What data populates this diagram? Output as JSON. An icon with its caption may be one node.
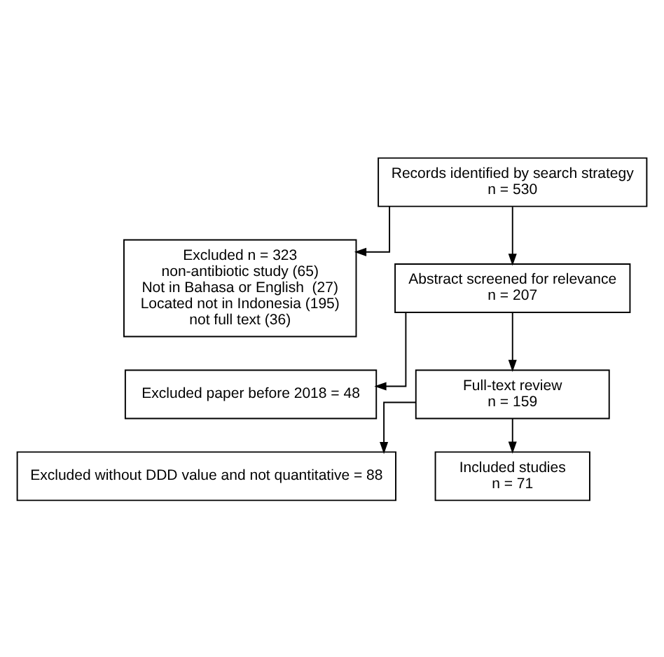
{
  "diagram": {
    "nodes": [
      {
        "text": [
          "Records identified by search strategy",
          "n = 530"
        ]
      },
      {
        "text": [
          "Excluded n = 323",
          "non-antibiotic study (65)",
          "Not in Bahasa or English  (27)",
          "Located not in Indonesia (195)",
          "not full text (36)"
        ]
      },
      {
        "text": [
          "Abstract screened for relevance",
          "n = 207"
        ]
      },
      {
        "text": [
          "Excluded paper before 2018 = 48"
        ]
      },
      {
        "text": [
          "Full-text review",
          "n = 159"
        ]
      },
      {
        "text": [
          "Excluded without DDD value and not quantitative = 88"
        ]
      },
      {
        "text": [
          "Included studies",
          "n = 71"
        ]
      }
    ],
    "edges": [
      {
        "from": 0,
        "to": 2,
        "arrow": "to"
      },
      {
        "from": 0,
        "to": 1,
        "arrow": "to"
      },
      {
        "from": 2,
        "to": 4,
        "arrow": "to"
      },
      {
        "from": 2,
        "to": 3,
        "arrow": "to"
      },
      {
        "from": 4,
        "to": 6,
        "arrow": "to"
      },
      {
        "from": 4,
        "to": 5,
        "arrow": "to"
      }
    ]
  }
}
